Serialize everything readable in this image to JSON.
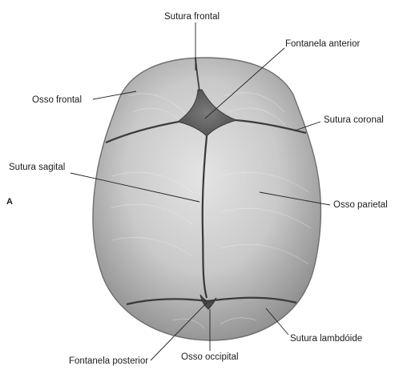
{
  "figure": {
    "panel_letter": "A",
    "labels": {
      "sutura_frontal": "Sutura frontal",
      "fontanela_anterior": "Fontanela anterior",
      "osso_frontal": "Osso frontal",
      "sutura_coronal": "Sutura coronal",
      "sutura_sagital": "Sutura sagital",
      "osso_parietal": "Osso parietal",
      "sutura_lambdoide": "Sutura lambdóide",
      "fontanela_posterior": "Fontanela posterior",
      "osso_occipital": "Osso occipital"
    }
  },
  "colors": {
    "bone_fill": "#c6c6c6",
    "bone_shadow": "#8c8c8c",
    "suture": "#3c3c3c",
    "fontanelle": "#6a6a6a",
    "leader": "#222222"
  }
}
